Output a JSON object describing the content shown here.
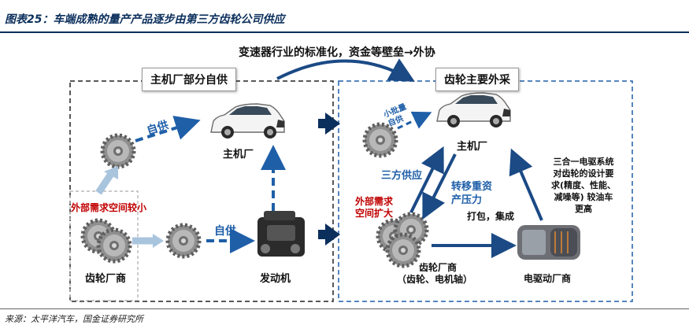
{
  "header": {
    "title": "图表25：车端成熟的量产产品逐步由第三方齿轮公司供应"
  },
  "diagram": {
    "top_caption": "变速器行业的标准化，资金等壁垒→外协",
    "left": {
      "box_title": "主机厂部分自供",
      "supply_top": "自供",
      "supply_bottom": "自供",
      "oem": "主机厂",
      "engine": "发动机",
      "gear_maker": "齿轮厂商",
      "external_demand": "外部需求空间较小"
    },
    "right": {
      "box_title": "齿轮主要外采",
      "small_batch": "小批量",
      "small_batch_2": "自供",
      "oem": "主机厂",
      "third_party": "三方供应",
      "transfer_1": "转移重资",
      "transfer_2": "产压力",
      "external_1": "外部需求",
      "external_2": "空间扩大",
      "pack": "打包，集成",
      "gear_maker": "齿轮厂商",
      "gear_maker_sub": "（齿轮、电机轴）",
      "edrive": "电驱动厂商",
      "three_in_one": [
        "三合一电驱系统",
        "对齿轮的设计要",
        "求(精度、性能、",
        "减噪等) 较油车",
        "更高"
      ]
    }
  },
  "footer": {
    "source": "来源：太平洋汽车，国金证券研究所"
  },
  "colors": {
    "dark_blue": "#0b2f5c",
    "accent_blue": "#1f5fa8",
    "arrow_light": "#a9c4dd",
    "red": "#c00000"
  }
}
